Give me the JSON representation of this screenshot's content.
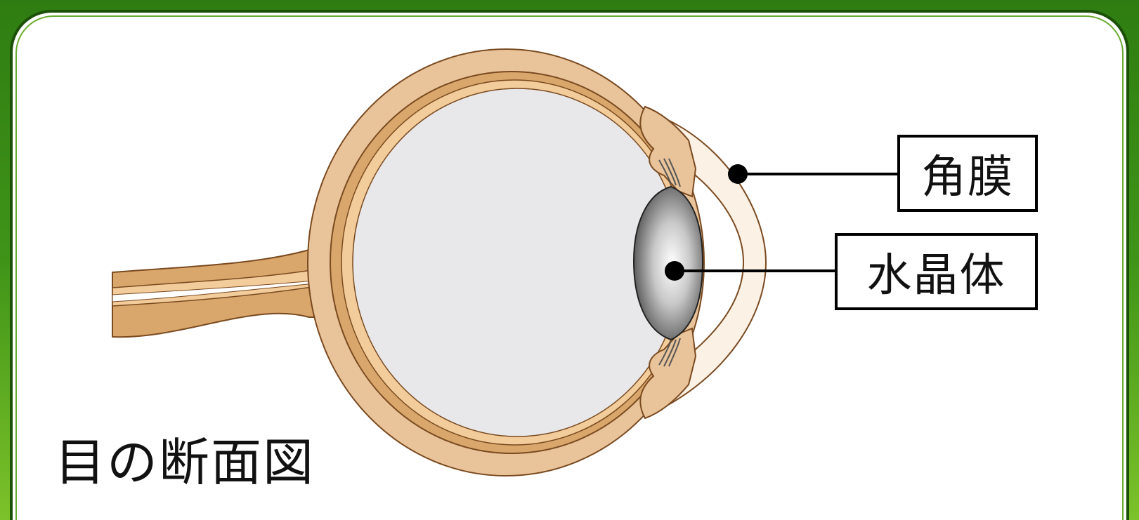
{
  "title": "目の断面図",
  "labels": {
    "cornea": "角膜",
    "lens": "水晶体"
  },
  "colors": {
    "background_green": "#3f9418",
    "sclera": "#e9c49a",
    "choroid": "#d9a66b",
    "vitreous": "#e8e8ea",
    "cornea": "#fbf1e4",
    "lens_dark": "#5a5a5a",
    "lens_light": "#ffffff"
  }
}
